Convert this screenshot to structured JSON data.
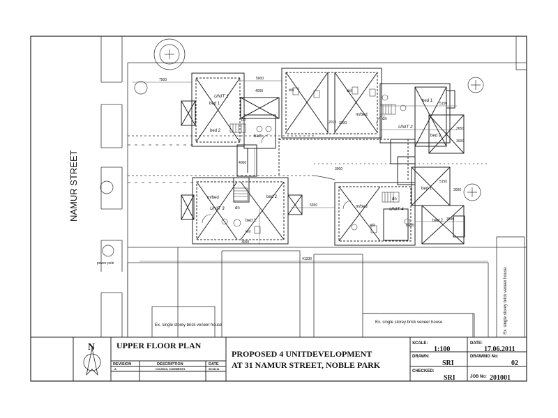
{
  "street": {
    "name": "NAMUR STREET"
  },
  "units": [
    {
      "label": "UNIT 1",
      "rooms": [
        "bed 1",
        "bed 2",
        "dn",
        "bath",
        "wir"
      ]
    },
    {
      "label": "UNIT 2",
      "rooms": [
        "bed 1",
        "bed 2",
        "m/bed",
        "dn",
        "wir"
      ]
    },
    {
      "label": "UNIT 3",
      "rooms": [
        "bed 1",
        "bed 2",
        "m/bed",
        "dn",
        "wir"
      ]
    },
    {
      "label": "UNIT 4",
      "rooms": [
        "m/bed",
        "bed 2",
        "bed 1",
        "dn",
        "bath",
        "wir"
      ]
    }
  ],
  "dimensions": [
    "7500",
    "5000",
    "4000",
    "2010",
    "3300",
    "5150",
    "5150",
    "3000",
    "3000",
    "5350",
    "3030",
    "41330",
    "3650",
    "4000",
    "3000",
    "3000"
  ],
  "neighbours": {
    "bottom_left": "Ex. single storey brick veneer  house",
    "bottom_right": "Ex. single storey brick veneer  house",
    "right": "Ex. single storey brick veneer  house"
  },
  "power_pole": "power pole",
  "title_block": {
    "north": "N",
    "plan_title": "UPPER FLOOR PLAN",
    "project_line1": "PROPOSED 4 UNITDEVELOPMENT",
    "project_line2": "AT  31 NAMUR STREET, NOBLE PARK",
    "revision_headers": [
      "REVISION",
      "DESCRIPTION",
      "DATE"
    ],
    "revision_row": [
      "A",
      "COUNCIL COMMENTS",
      "08.08.11"
    ],
    "scale_label": "SCALE:",
    "scale_value": "1:100",
    "date_label": "DATE:",
    "date_value": "17.06.2011",
    "drawn_label": "DRAWN:",
    "drawn_value": "SRI",
    "drawing_no_label": "DRAWING No:",
    "drawing_no_value": "02",
    "checked_label": "CHECKED:",
    "checked_value": "SRI",
    "job_no_label": "JOB No:",
    "job_no_value": "201001"
  }
}
